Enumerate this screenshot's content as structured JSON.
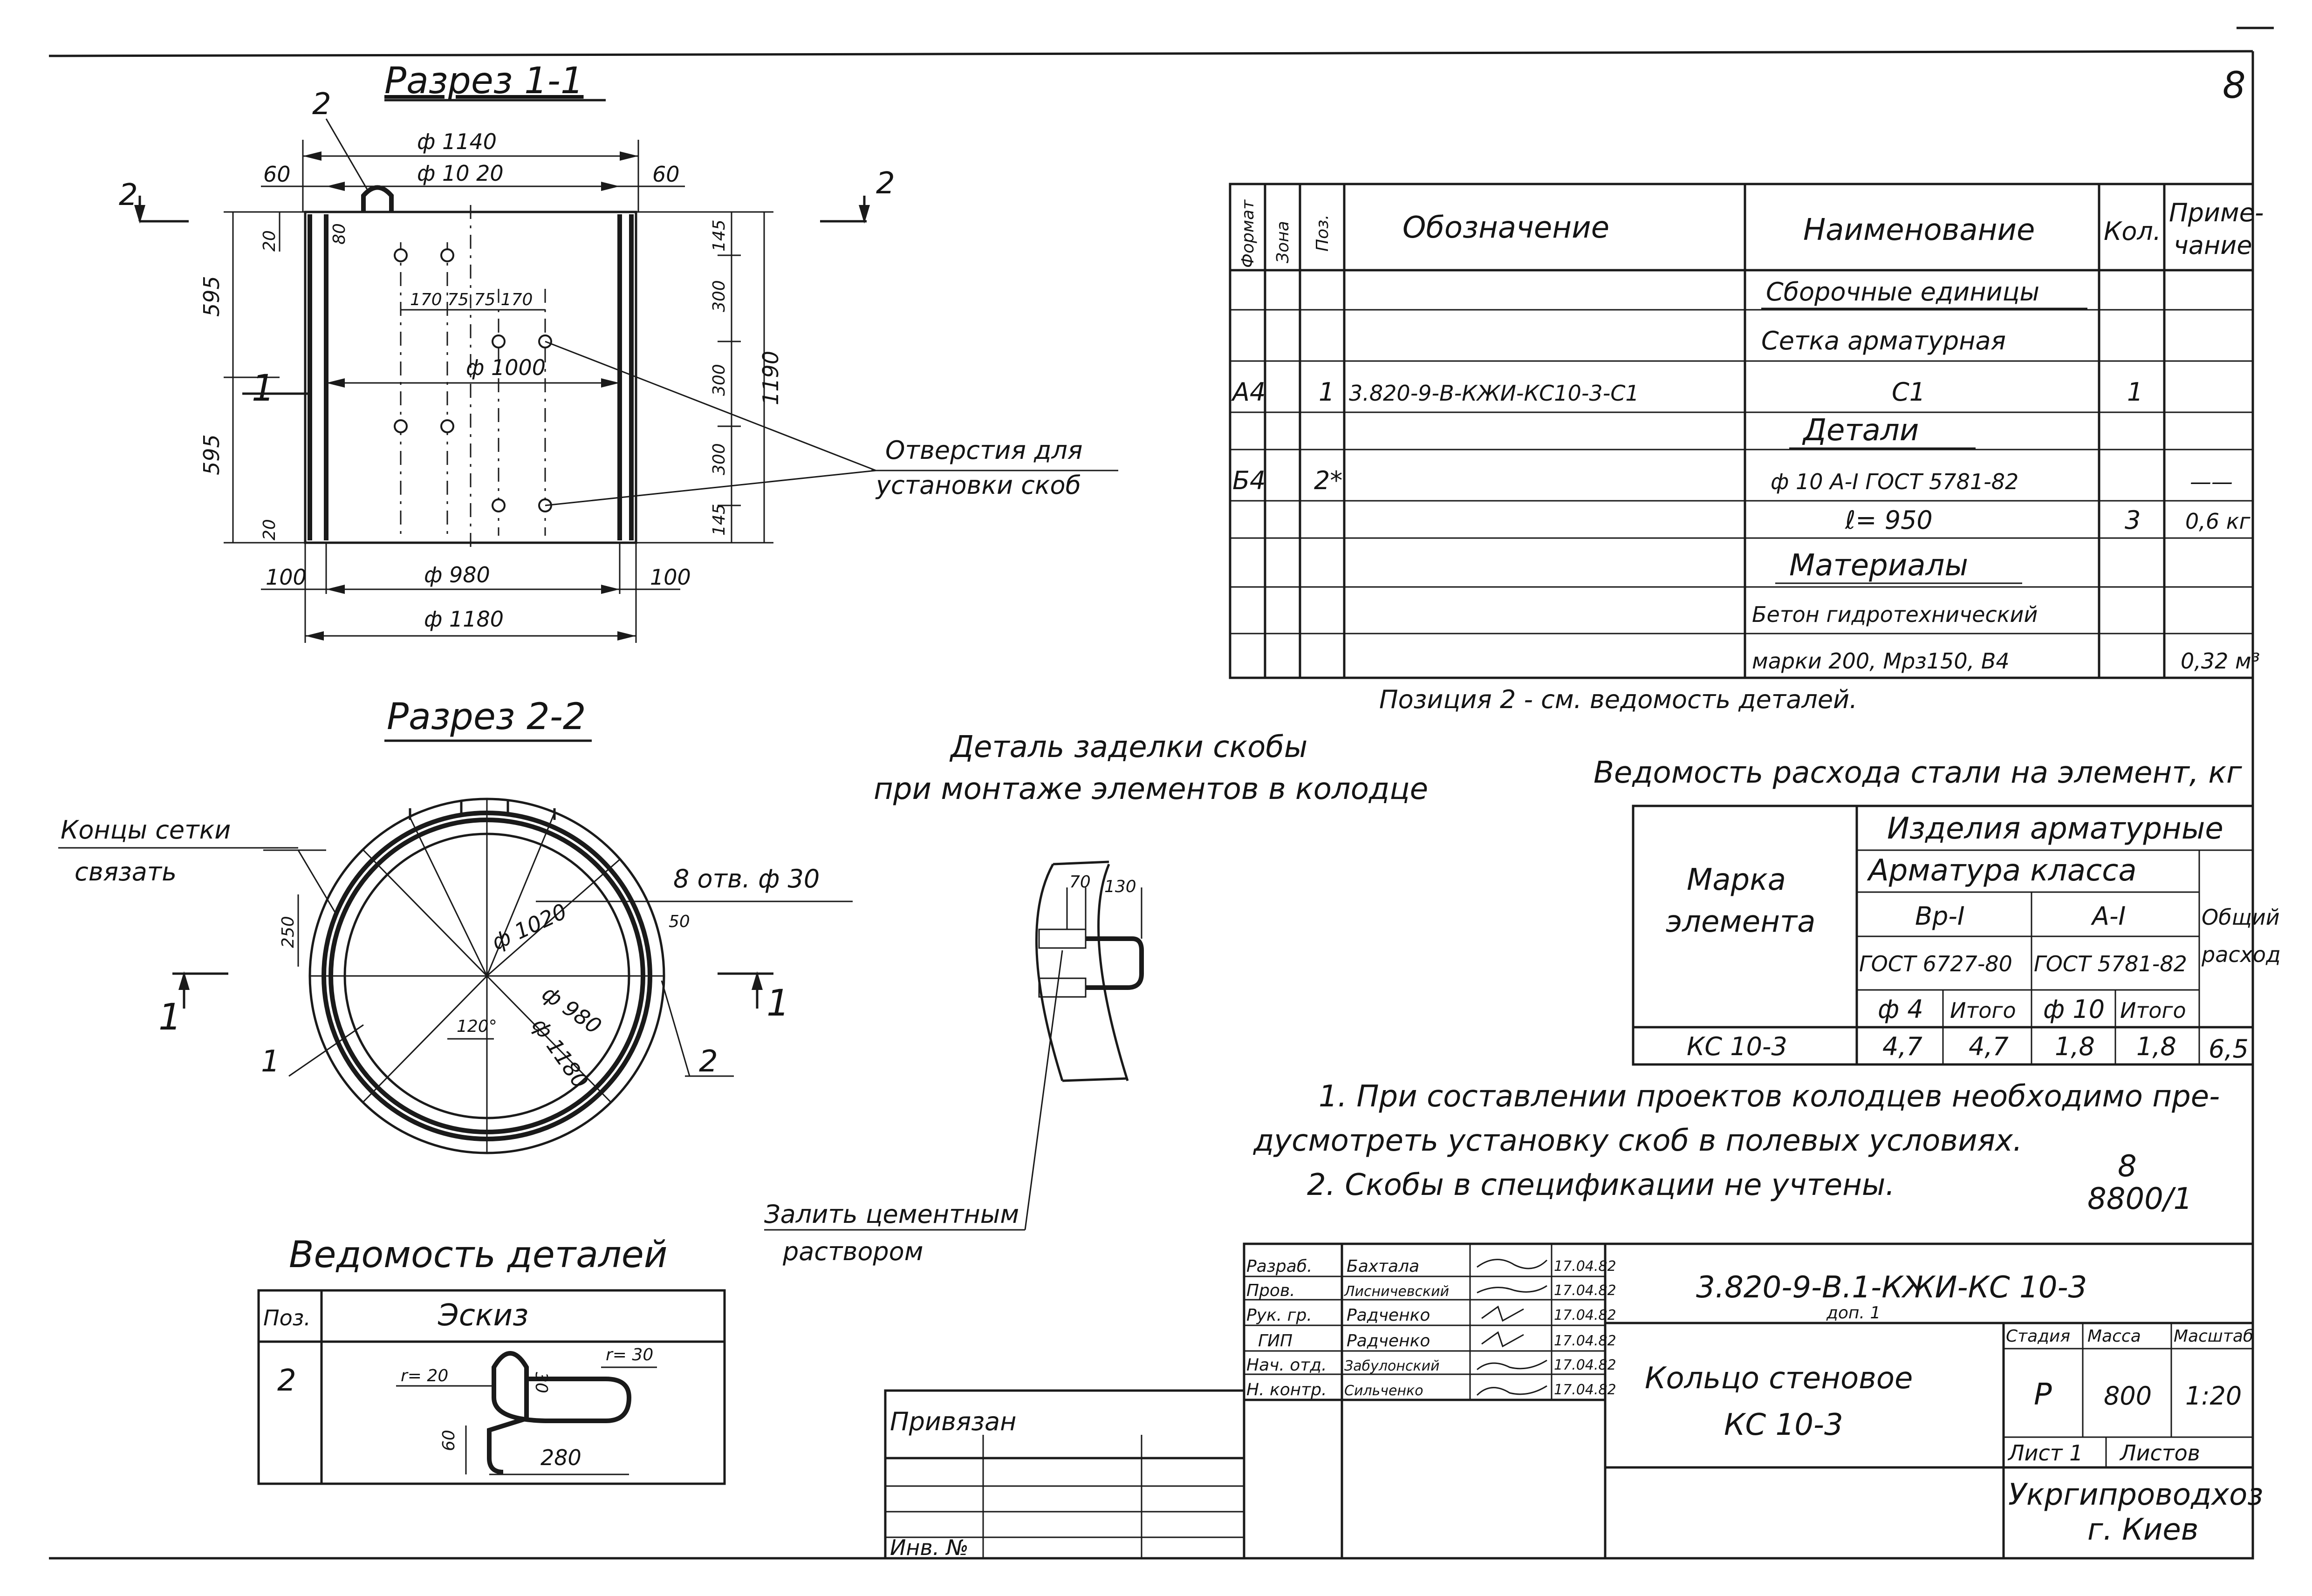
{
  "sheet": {
    "page_number": "8",
    "archive_code": "8800/1",
    "archive_code_top": "8"
  },
  "section_1_1": {
    "title": "Разрез 1-1",
    "cut_label": "2",
    "pos_label_2": "2",
    "pos_label_1": "1",
    "dims": {
      "d1140": "ф 1140",
      "d1020": "ф 10 20",
      "d1000": "ф 1000",
      "d980": "ф 980",
      "d1180": "ф 1180",
      "left60": "60",
      "right60": "60",
      "left100": "100",
      "right100": "100",
      "top20": "20",
      "bot20": "20",
      "v80": "80",
      "h595a": "595",
      "h595b": "595",
      "h1190": "1190",
      "r145a": "145",
      "r300a": "300",
      "r300b": "300",
      "r300c": "300",
      "r145b": "145",
      "hole_spacing": "170 75 75 170"
    },
    "holes_note": [
      "Отверстия для",
      "установки скоб"
    ]
  },
  "section_2_2": {
    "title": "Разрез 2-2",
    "note_mesh": [
      "Концы сетки",
      "связать"
    ],
    "holes": "8 отв. ф 30",
    "dim_50": "50",
    "dim_250": "250",
    "d1020": "ф 1020",
    "d980": "ф 980",
    "d1180": "ф 1180",
    "angle": "120°",
    "pos1": "1",
    "pos2": "2",
    "cut1": "1",
    "cut1b": "1"
  },
  "detail": {
    "title_line1": "Деталь заделки скобы",
    "title_line2": "при монтаже элементов в колодце",
    "dim70": "70",
    "dim130": "130",
    "fill_note": [
      "Залить цементным",
      "раствором"
    ]
  },
  "spec_table": {
    "headers": [
      "Формат",
      "Зона",
      "Поз.",
      "Обозначение",
      "Наименование",
      "Кол.",
      "Приме-",
      "чание"
    ],
    "rows": [
      {
        "format": "",
        "zone": "",
        "pos": "",
        "designation": "",
        "name": "Сборочные единицы",
        "qty": "",
        "note": ""
      },
      {
        "format": "",
        "zone": "",
        "pos": "",
        "designation": "",
        "name": "Сетка арматурная",
        "qty": "",
        "note": ""
      },
      {
        "format": "А4",
        "zone": "",
        "pos": "1",
        "designation": "3.820-9-В-КЖИ-КС10-3-С1",
        "name": "С1",
        "qty": "1",
        "note": ""
      },
      {
        "format": "",
        "zone": "",
        "pos": "",
        "designation": "",
        "name": "Детали",
        "qty": "",
        "note": ""
      },
      {
        "format": "Б4",
        "zone": "",
        "pos": "2*",
        "designation": "",
        "name": "ф 10 А-I ГОСТ 5781-82",
        "qty": "",
        "note": "——"
      },
      {
        "format": "",
        "zone": "",
        "pos": "",
        "designation": "",
        "name": "ℓ= 950",
        "qty": "3",
        "note": "0,6 кг"
      },
      {
        "format": "",
        "zone": "",
        "pos": "",
        "designation": "",
        "name": "Материалы",
        "qty": "",
        "note": ""
      },
      {
        "format": "",
        "zone": "",
        "pos": "",
        "designation": "",
        "name": "Бетон гидротехнический",
        "qty": "",
        "note": ""
      },
      {
        "format": "",
        "zone": "",
        "pos": "",
        "designation": "",
        "name": "марки 200, Мрз150, В4",
        "qty": "",
        "note": "0,32 м³"
      }
    ],
    "footnote": "Позиция 2 - см. ведомость деталей."
  },
  "steel_table": {
    "title": "Ведомость расхода стали на элемент, кг",
    "mark_header": [
      "Марка",
      "элемента"
    ],
    "group_header": "Изделия арматурные",
    "class_header": "Арматура класса",
    "class1": "Вр-I",
    "class2": "А-I",
    "gost1": "ГОСТ 6727-80",
    "gost2": "ГОСТ 5781-82",
    "total_header": [
      "Общий",
      "расход"
    ],
    "sub": [
      "ф 4",
      "Итого",
      "ф 10",
      "Итого"
    ],
    "row": {
      "mark": "КС 10-3",
      "v1": "4,7",
      "v2": "4,7",
      "v3": "1,8",
      "v4": "1,8",
      "total": "6,5"
    }
  },
  "notes": [
    "1. При составлении проектов колодцев необходимо пре-",
    "дусмотреть установку скоб в полевых условиях.",
    "2. Скобы в спецификации не учтены."
  ],
  "details_table": {
    "title": "Ведомость деталей",
    "col_pos": "Поз.",
    "col_sketch": "Эскиз",
    "row_pos": "2",
    "r1": "r= 20",
    "r2": "r= 30",
    "d30": "30",
    "d60": "60",
    "d280": "280"
  },
  "title_block": {
    "roles": [
      "Разраб.",
      "Пров.",
      "Рук. гр.",
      "ГИП",
      "Нач. отд.",
      "Н. контр."
    ],
    "names": [
      "Бахтала",
      "Лисничевский",
      "Радченко",
      "Радченко",
      "Забулонский",
      "Сильченко"
    ],
    "dates": [
      "17.04.82",
      "17.04.82",
      "17.04.82",
      "17.04.82",
      "17.04.82",
      "17.04.82"
    ],
    "doc_code": "3.820-9-В.1-КЖИ-КС 10-3",
    "doc_sub": "доп. 1",
    "name_line1": "Кольцо стеновое",
    "name_line2": "КС 10-3",
    "stage_label": "Стадия",
    "mass_label": "Масса",
    "scale_label": "Масштаб",
    "stage": "Р",
    "mass": "800",
    "scale": "1:20",
    "sheet_label": "Лист 1",
    "sheets_label": "Листов",
    "org_line1": "Укргипроводхоз",
    "org_line2": "г. Киев",
    "linked": "Привязан",
    "inv": "Инв. №"
  }
}
